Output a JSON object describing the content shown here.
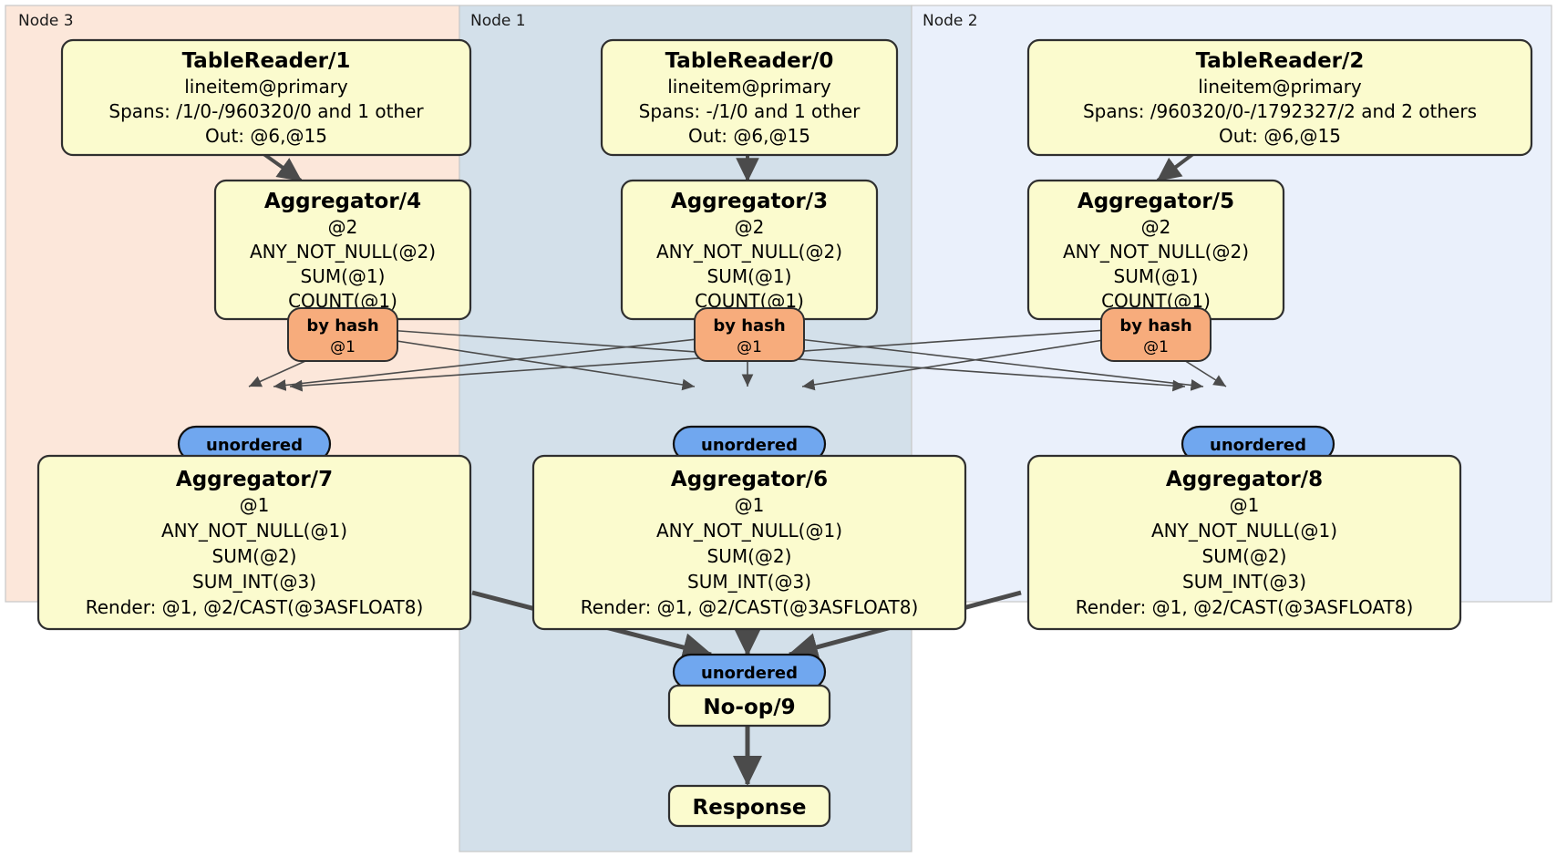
{
  "diagram": {
    "type": "distributed-query-plan",
    "colors": {
      "node3_bg": "#fce7da",
      "node1_bg": "#d3e0ea",
      "node2_bg": "#eaf0fb",
      "processor_bg": "#fbfbce",
      "hash_router_bg": "#f7ac7c",
      "unordered_synchronizer_bg": "#70a7ef",
      "edge": "#4b4b4b",
      "border": "#2f2f2f"
    },
    "clusters": [
      {
        "id": "node3",
        "label": "Node 3"
      },
      {
        "id": "node1",
        "label": "Node 1"
      },
      {
        "id": "node2",
        "label": "Node 2"
      }
    ],
    "processors": {
      "table_reader_1": {
        "title": "TableReader/1",
        "lines": [
          "lineitem@primary",
          "Spans: /1/0-/960320/0 and 1 other",
          "Out: @6,@15"
        ]
      },
      "table_reader_0": {
        "title": "TableReader/0",
        "lines": [
          "lineitem@primary",
          "Spans: -/1/0 and 1 other",
          "Out: @6,@15"
        ]
      },
      "table_reader_2": {
        "title": "TableReader/2",
        "lines": [
          "lineitem@primary",
          "Spans: /960320/0-/1792327/2 and 2 others",
          "Out: @6,@15"
        ]
      },
      "aggregator_4": {
        "title": "Aggregator/4",
        "lines": [
          "@2",
          "ANY_NOT_NULL(@2)",
          "SUM(@1)",
          "COUNT(@1)"
        ]
      },
      "aggregator_3": {
        "title": "Aggregator/3",
        "lines": [
          "@2",
          "ANY_NOT_NULL(@2)",
          "SUM(@1)",
          "COUNT(@1)"
        ]
      },
      "aggregator_5": {
        "title": "Aggregator/5",
        "lines": [
          "@2",
          "ANY_NOT_NULL(@2)",
          "SUM(@1)",
          "COUNT(@1)"
        ]
      },
      "aggregator_7": {
        "title": "Aggregator/7",
        "lines": [
          "@1",
          "ANY_NOT_NULL(@1)",
          "SUM(@2)",
          "SUM_INT(@3)",
          "Render: @1, @2/CAST(@3ASFLOAT8)"
        ]
      },
      "aggregator_6": {
        "title": "Aggregator/6",
        "lines": [
          "@1",
          "ANY_NOT_NULL(@1)",
          "SUM(@2)",
          "SUM_INT(@3)",
          "Render: @1, @2/CAST(@3ASFLOAT8)"
        ]
      },
      "aggregator_8": {
        "title": "Aggregator/8",
        "lines": [
          "@1",
          "ANY_NOT_NULL(@1)",
          "SUM(@2)",
          "SUM_INT(@3)",
          "Render: @1, @2/CAST(@3ASFLOAT8)"
        ]
      },
      "noop_9": {
        "title": "No-op/9",
        "lines": []
      },
      "response": {
        "title": "Response",
        "lines": []
      }
    },
    "routers": {
      "hash_left": {
        "title": "by hash",
        "sub": "@1"
      },
      "hash_center": {
        "title": "by hash",
        "sub": "@1"
      },
      "hash_right": {
        "title": "by hash",
        "sub": "@1"
      }
    },
    "synchronizers": {
      "unordered_left": {
        "label": "unordered"
      },
      "unordered_center": {
        "label": "unordered"
      },
      "unordered_right": {
        "label": "unordered"
      },
      "unordered_final": {
        "label": "unordered"
      }
    }
  }
}
